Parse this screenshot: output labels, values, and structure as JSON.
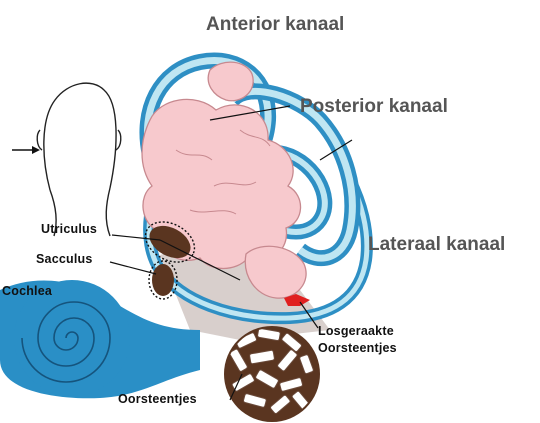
{
  "labels": {
    "anterior": "Anterior kanaal",
    "posterior": "Posterior kanaal",
    "lateral": "Lateraal kanaal",
    "utriculus": "Utriculus",
    "sacculus": "Sacculus",
    "cochlea": "Cochlea",
    "loose_stones_line1": "Losgeraakte",
    "loose_stones_line2": "Oorsteentjes",
    "stones": "Oorsteentjes"
  },
  "colors": {
    "canal_blue": "#2e8fc4",
    "canal_inner": "#bfe6f2",
    "vestibule_pink": "#f7c9cd",
    "cochlea_blue": "#2a8fc6",
    "otolith_brown": "#5a3520",
    "loose_red": "#e02020",
    "label_gray": "#555555"
  },
  "icons": [
    "head-outline-icon",
    "arrow-icon",
    "otoconia-magnified-icon"
  ]
}
